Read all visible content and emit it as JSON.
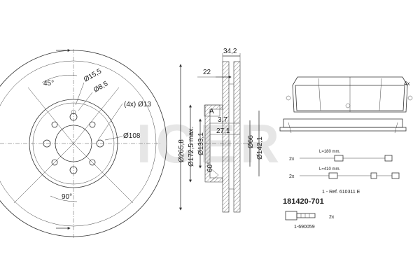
{
  "watermark": {
    "text": "ICER",
    "color": "#e6e6e6"
  },
  "disc_front": {
    "angle_45": "45°",
    "angle_90": "90°",
    "hole_15_5": "Ø15,5",
    "hole_8_5": "Ø8,5",
    "holes_4x13": "(4x) Ø13",
    "pcd_108": "Ø108"
  },
  "disc_section": {
    "thickness_34_2": "34,2",
    "dim_22": "22",
    "dim_3_7": "3,7",
    "dim_27_1": "27,1",
    "dia_265_8": "Ø265,8",
    "dia_172_5": "Ø172,5 max.",
    "dia_133_1": "Ø133,1",
    "dia_66": "Ø66",
    "dia_142_1": "Ø142,1",
    "label_A": "A",
    "angle_60": "60°"
  },
  "pads": {
    "qty_4x": "4x",
    "sensor_1_qty": "2x",
    "sensor_1_len": "L=180 mm.",
    "sensor_2_qty": "2x",
    "sensor_2_len": "L=410 mm.",
    "ref_note": "1 - Ref. 610311 E"
  },
  "kit": {
    "part_number": "181420-701",
    "bolt_qty": "2x",
    "bolt_ref": "1-690059"
  }
}
